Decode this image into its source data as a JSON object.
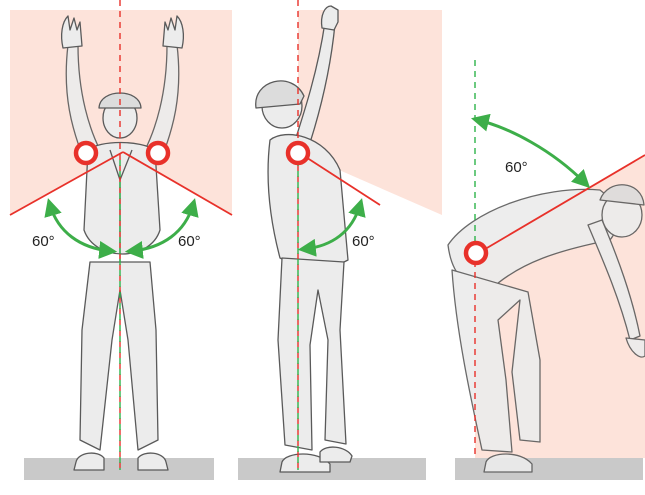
{
  "colors": {
    "zone_fill": "#fde3da",
    "limit_line": "#e8312a",
    "center_line": "#2db34a",
    "angle_arrow": "#3dae49",
    "marker": "#e8312a",
    "floor": "#c9c9c9",
    "figure_fill": "#ececec",
    "figure_stroke": "#5a5a5a"
  },
  "icons": {
    "joint_marker": "red-ring-icon",
    "angle_arrow": "double-headed-arc-arrow-icon"
  },
  "panels": [
    {
      "view": "front",
      "angles": [
        {
          "label": "60°"
        },
        {
          "label": "60°"
        }
      ]
    },
    {
      "view": "side",
      "angles": [
        {
          "label": "60°"
        }
      ]
    },
    {
      "view": "bent",
      "angles": [
        {
          "label": "60°"
        }
      ]
    }
  ]
}
